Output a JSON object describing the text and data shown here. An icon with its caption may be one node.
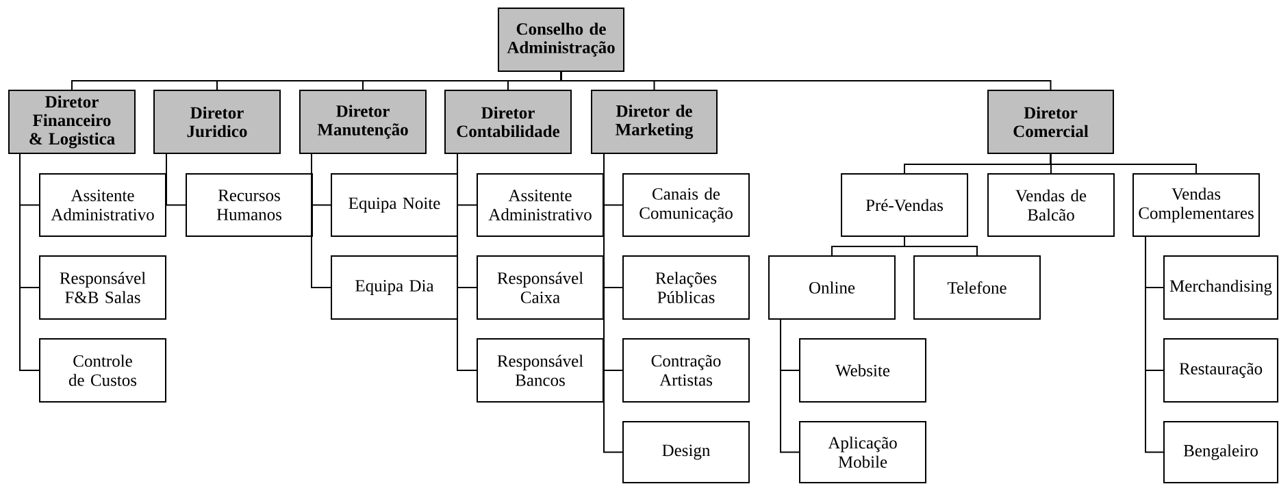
{
  "diagram": {
    "nodes": [
      {
        "text": [
          "Conselho de Administração"
        ]
      },
      {
        "text": [
          "Diretor Financeiro & Logistica"
        ]
      },
      {
        "text": [
          "Diretor Juridico"
        ]
      },
      {
        "text": [
          "Diretor Manutenção"
        ]
      },
      {
        "text": [
          "Diretor Contabilidade"
        ]
      },
      {
        "text": [
          "Diretor de Marketing"
        ]
      },
      {
        "text": [
          "Diretor Comercial"
        ]
      },
      {
        "text": [
          "Assitente Administrativo"
        ]
      },
      {
        "text": [
          "Responsável F&B Salas"
        ]
      },
      {
        "text": [
          "Controle de Custos"
        ]
      },
      {
        "text": [
          "Recursos Humanos"
        ]
      },
      {
        "text": [
          "Equipa Noite"
        ]
      },
      {
        "text": [
          "Equipa Dia"
        ]
      },
      {
        "text": [
          "Assitente Administrativo"
        ]
      },
      {
        "text": [
          "Responsável Caixa"
        ]
      },
      {
        "text": [
          "Responsável Bancos"
        ]
      },
      {
        "text": [
          "Canais de Comunicação"
        ]
      },
      {
        "text": [
          "Relações Públicas"
        ]
      },
      {
        "text": [
          "Contração Artistas"
        ]
      },
      {
        "text": [
          "Design"
        ]
      },
      {
        "text": [
          "Pré-Vendas"
        ]
      },
      {
        "text": [
          "Vendas de Balcão"
        ]
      },
      {
        "text": [
          "Vendas Complementares"
        ]
      },
      {
        "text": [
          "Online"
        ]
      },
      {
        "text": [
          "Telefone"
        ]
      },
      {
        "text": [
          "Website"
        ]
      },
      {
        "text": [
          "Aplicação Mobile"
        ]
      },
      {
        "text": [
          "Merchandising"
        ]
      },
      {
        "text": [
          "Restauração"
        ]
      },
      {
        "text": [
          "Bengaleiro"
        ]
      }
    ],
    "edges": [
      {
        "from": 0,
        "to": 1,
        "arrow": "none"
      },
      {
        "from": 0,
        "to": 2,
        "arrow": "none"
      },
      {
        "from": 0,
        "to": 3,
        "arrow": "none"
      },
      {
        "from": 0,
        "to": 4,
        "arrow": "none"
      },
      {
        "from": 0,
        "to": 5,
        "arrow": "none"
      },
      {
        "from": 0,
        "to": 6,
        "arrow": "none"
      },
      {
        "from": 1,
        "to": 7,
        "arrow": "none"
      },
      {
        "from": 1,
        "to": 8,
        "arrow": "none"
      },
      {
        "from": 1,
        "to": 9,
        "arrow": "none"
      },
      {
        "from": 2,
        "to": 10,
        "arrow": "none"
      },
      {
        "from": 3,
        "to": 11,
        "arrow": "none"
      },
      {
        "from": 3,
        "to": 12,
        "arrow": "none"
      },
      {
        "from": 4,
        "to": 13,
        "arrow": "none"
      },
      {
        "from": 4,
        "to": 14,
        "arrow": "none"
      },
      {
        "from": 4,
        "to": 15,
        "arrow": "none"
      },
      {
        "from": 5,
        "to": 16,
        "arrow": "none"
      },
      {
        "from": 5,
        "to": 17,
        "arrow": "none"
      },
      {
        "from": 5,
        "to": 18,
        "arrow": "none"
      },
      {
        "from": 5,
        "to": 19,
        "arrow": "none"
      },
      {
        "from": 6,
        "to": 20,
        "arrow": "none"
      },
      {
        "from": 6,
        "to": 21,
        "arrow": "none"
      },
      {
        "from": 6,
        "to": 22,
        "arrow": "none"
      },
      {
        "from": 20,
        "to": 23,
        "arrow": "none"
      },
      {
        "from": 20,
        "to": 24,
        "arrow": "none"
      },
      {
        "from": 23,
        "to": 25,
        "arrow": "none"
      },
      {
        "from": 23,
        "to": 26,
        "arrow": "none"
      },
      {
        "from": 22,
        "to": 27,
        "arrow": "none"
      },
      {
        "from": 22,
        "to": 28,
        "arrow": "none"
      },
      {
        "from": 22,
        "to": 29,
        "arrow": "none"
      }
    ]
  }
}
